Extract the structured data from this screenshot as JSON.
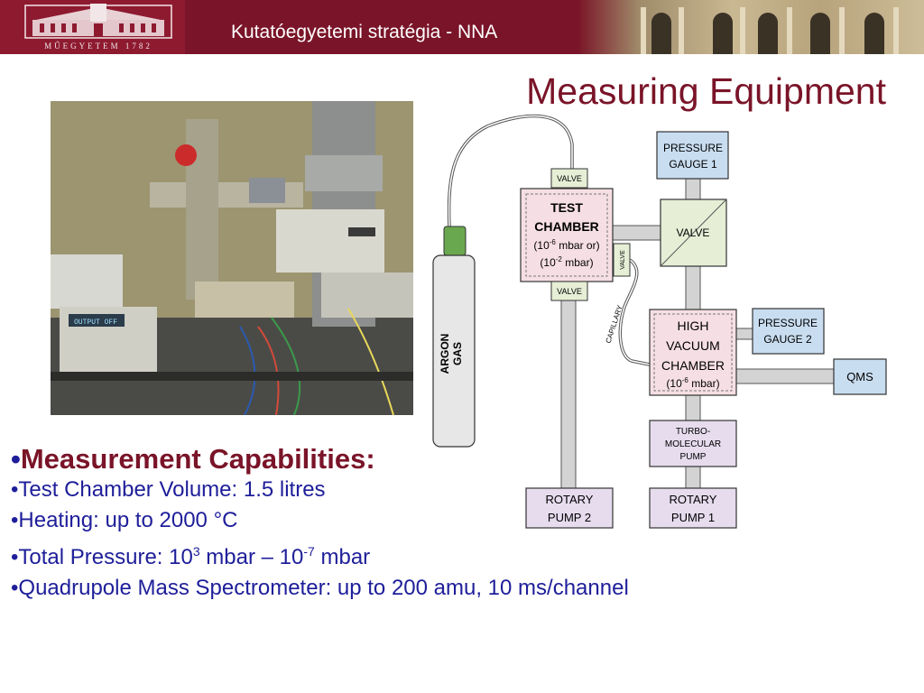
{
  "header": {
    "logo_text": "MŰEGYETEM 1782",
    "title": "Kutatóegyetemi stratégia - NNA"
  },
  "slide_title": "Measuring Equipment",
  "bullets": {
    "heading": "Measurement Capabilities:",
    "items": [
      {
        "text": "Test Chamber Volume: 1.5 litres"
      },
      {
        "text": "Heating: up to 2000 °C"
      },
      {
        "pre": "Total Pressure: 10",
        "sup1": "3",
        "mid": " mbar – 10",
        "sup2": "-7",
        "post": " mbar"
      },
      {
        "text": "Quadrupole Mass Spectrometer: up to 200 amu, 10 ms/channel"
      }
    ]
  },
  "diagram": {
    "argon_line1": "ARGON",
    "argon_line2": "GAS",
    "valve_top": "VALVE",
    "valve_bottom": "VALVE",
    "valve_side": "VALVE",
    "valve_big": "VALVE",
    "capillary": "CAPILLARY",
    "test_chamber": {
      "l1": "TEST",
      "l2": "CHAMBER",
      "l3_pre": "(10",
      "l3_sup": "-6",
      "l3_post": " mbar or)",
      "l4_pre": "(10",
      "l4_sup": "-2",
      "l4_post": " mbar)"
    },
    "pressure_gauge_1": {
      "l1": "PRESSURE",
      "l2": "GAUGE 1"
    },
    "pressure_gauge_2": {
      "l1": "PRESSURE",
      "l2": "GAUGE 2"
    },
    "hv_chamber": {
      "l1": "HIGH",
      "l2": "VACUUM",
      "l3": "CHAMBER",
      "l4_pre": "(10",
      "l4_sup": "-6",
      "l4_post": " mbar)"
    },
    "qms": "QMS",
    "turbo": {
      "l1": "TURBO-",
      "l2": "MOLECULAR",
      "l3": "PUMP"
    },
    "rotary_1": {
      "l1": "ROTARY",
      "l2": "PUMP 1"
    },
    "rotary_2": {
      "l1": "ROTARY",
      "l2": "PUMP 2"
    }
  },
  "photo": {
    "display_text": "OUTPUT OFF"
  },
  "colors": {
    "brand": "#7a1428",
    "bullet_text": "#1e1e9a",
    "gauge_fill": "#c9ddf0",
    "valve_fill": "#e6efd6",
    "chamber_fill": "#f6dfe4",
    "pump_fill": "#e6dcee"
  }
}
